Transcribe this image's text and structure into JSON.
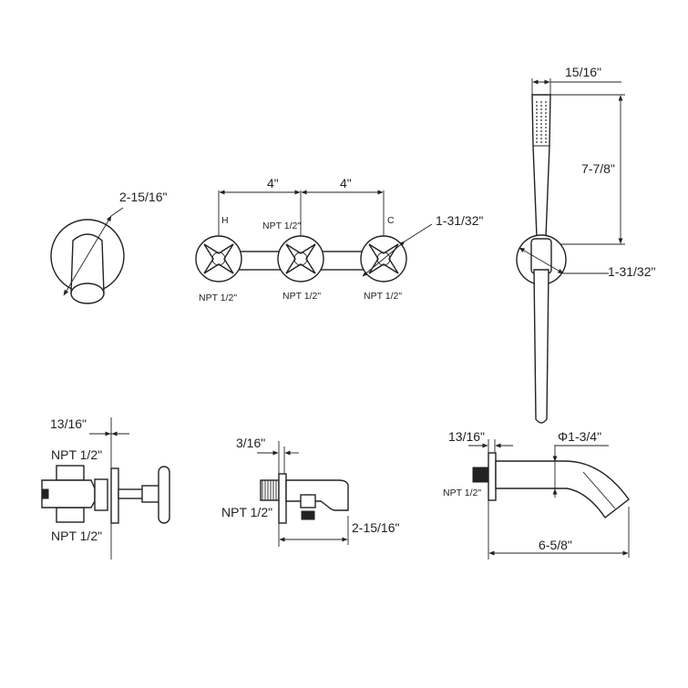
{
  "spout_front": {
    "diameter_label": "2-15/16\""
  },
  "valve_front": {
    "spacing_left": "4\"",
    "spacing_right": "4\"",
    "hot_marker": "H",
    "cold_marker": "C",
    "center_npt": "NPT 1/2\"",
    "left_npt": "NPT 1/2\"",
    "middle_npt": "NPT 1/2\"",
    "right_npt": "NPT 1/2\"",
    "handle_diameter": "1-31/32\""
  },
  "hand_shower": {
    "head_width": "15/16\"",
    "head_length": "7-7/8\"",
    "holder_diameter": "1-31/32\""
  },
  "valve_side": {
    "depth": "13/16\"",
    "npt_top": "NPT 1/2\"",
    "npt_bottom": "NPT 1/2\""
  },
  "holder_side": {
    "depth": "3/16\"",
    "npt": "NPT 1/2\"",
    "length": "2-15/16\""
  },
  "spout_side": {
    "depth": "13/16\"",
    "diameter": "Φ1-3/4\"",
    "npt": "NPT 1/2\"",
    "reach": "6-5/8\""
  },
  "colors": {
    "ink": "#222222",
    "background": "#ffffff"
  }
}
